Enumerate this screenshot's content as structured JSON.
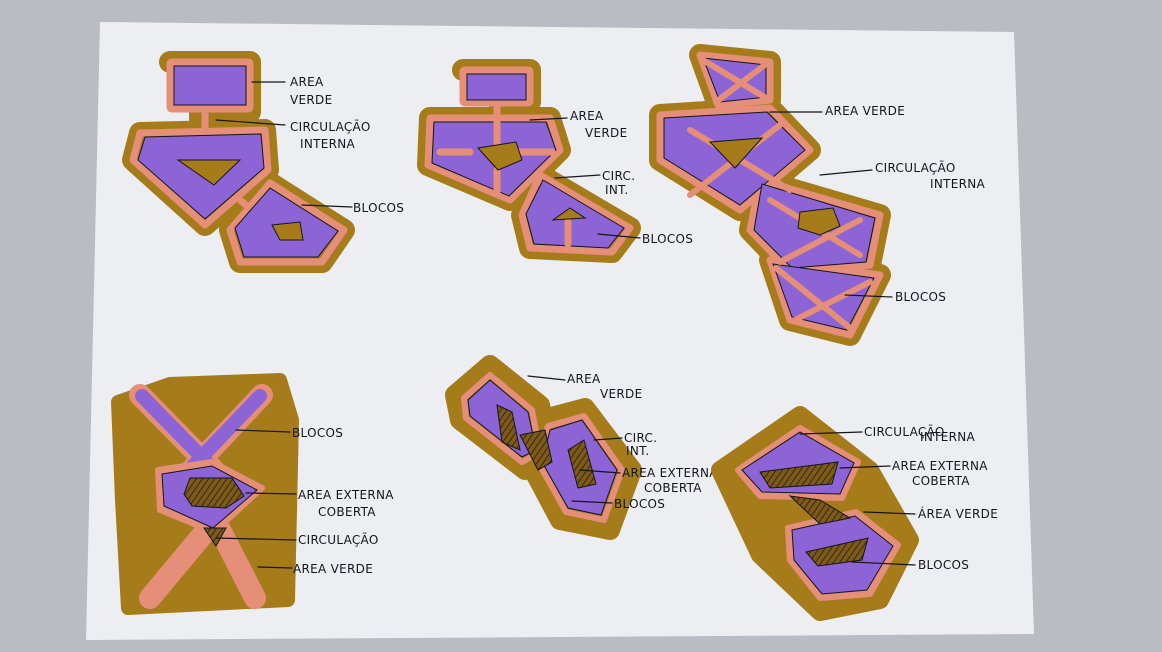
{
  "colors": {
    "background": "#b9bcc2",
    "paper": "#eceef2",
    "area_verde": "#a67c1b",
    "circulacao": "#e58f78",
    "blocos": "#8d64d6",
    "ink": "#15151b"
  },
  "sketches": [
    {
      "labels": [
        "AREA",
        "VERDE",
        "CIRCULAÇÃO",
        "INTERNA",
        "BLOCOS"
      ]
    },
    {
      "labels": [
        "AREA",
        "VERDE",
        "CIRC.",
        "INT.",
        "BLOCOS"
      ]
    },
    {
      "labels": [
        "AREA VERDE",
        "CIRCULAÇÃO",
        "INTERNA",
        "BLOCOS"
      ]
    },
    {
      "labels": [
        "BLOCOS",
        "AREA EXTERNA",
        "COBERTA",
        "CIRCULAÇÃO",
        "AREA VERDE"
      ]
    },
    {
      "labels": [
        "AREA",
        "VERDE",
        "CIRC.",
        "INT.",
        "AREA EXTERNA",
        "COBERTA",
        "BLOCOS"
      ]
    },
    {
      "labels": [
        "CIRCULAÇÃO",
        "INTERNA",
        "AREA EXTERNA",
        "COBERTA",
        "ÁREA VERDE",
        "BLOCOS"
      ]
    }
  ]
}
